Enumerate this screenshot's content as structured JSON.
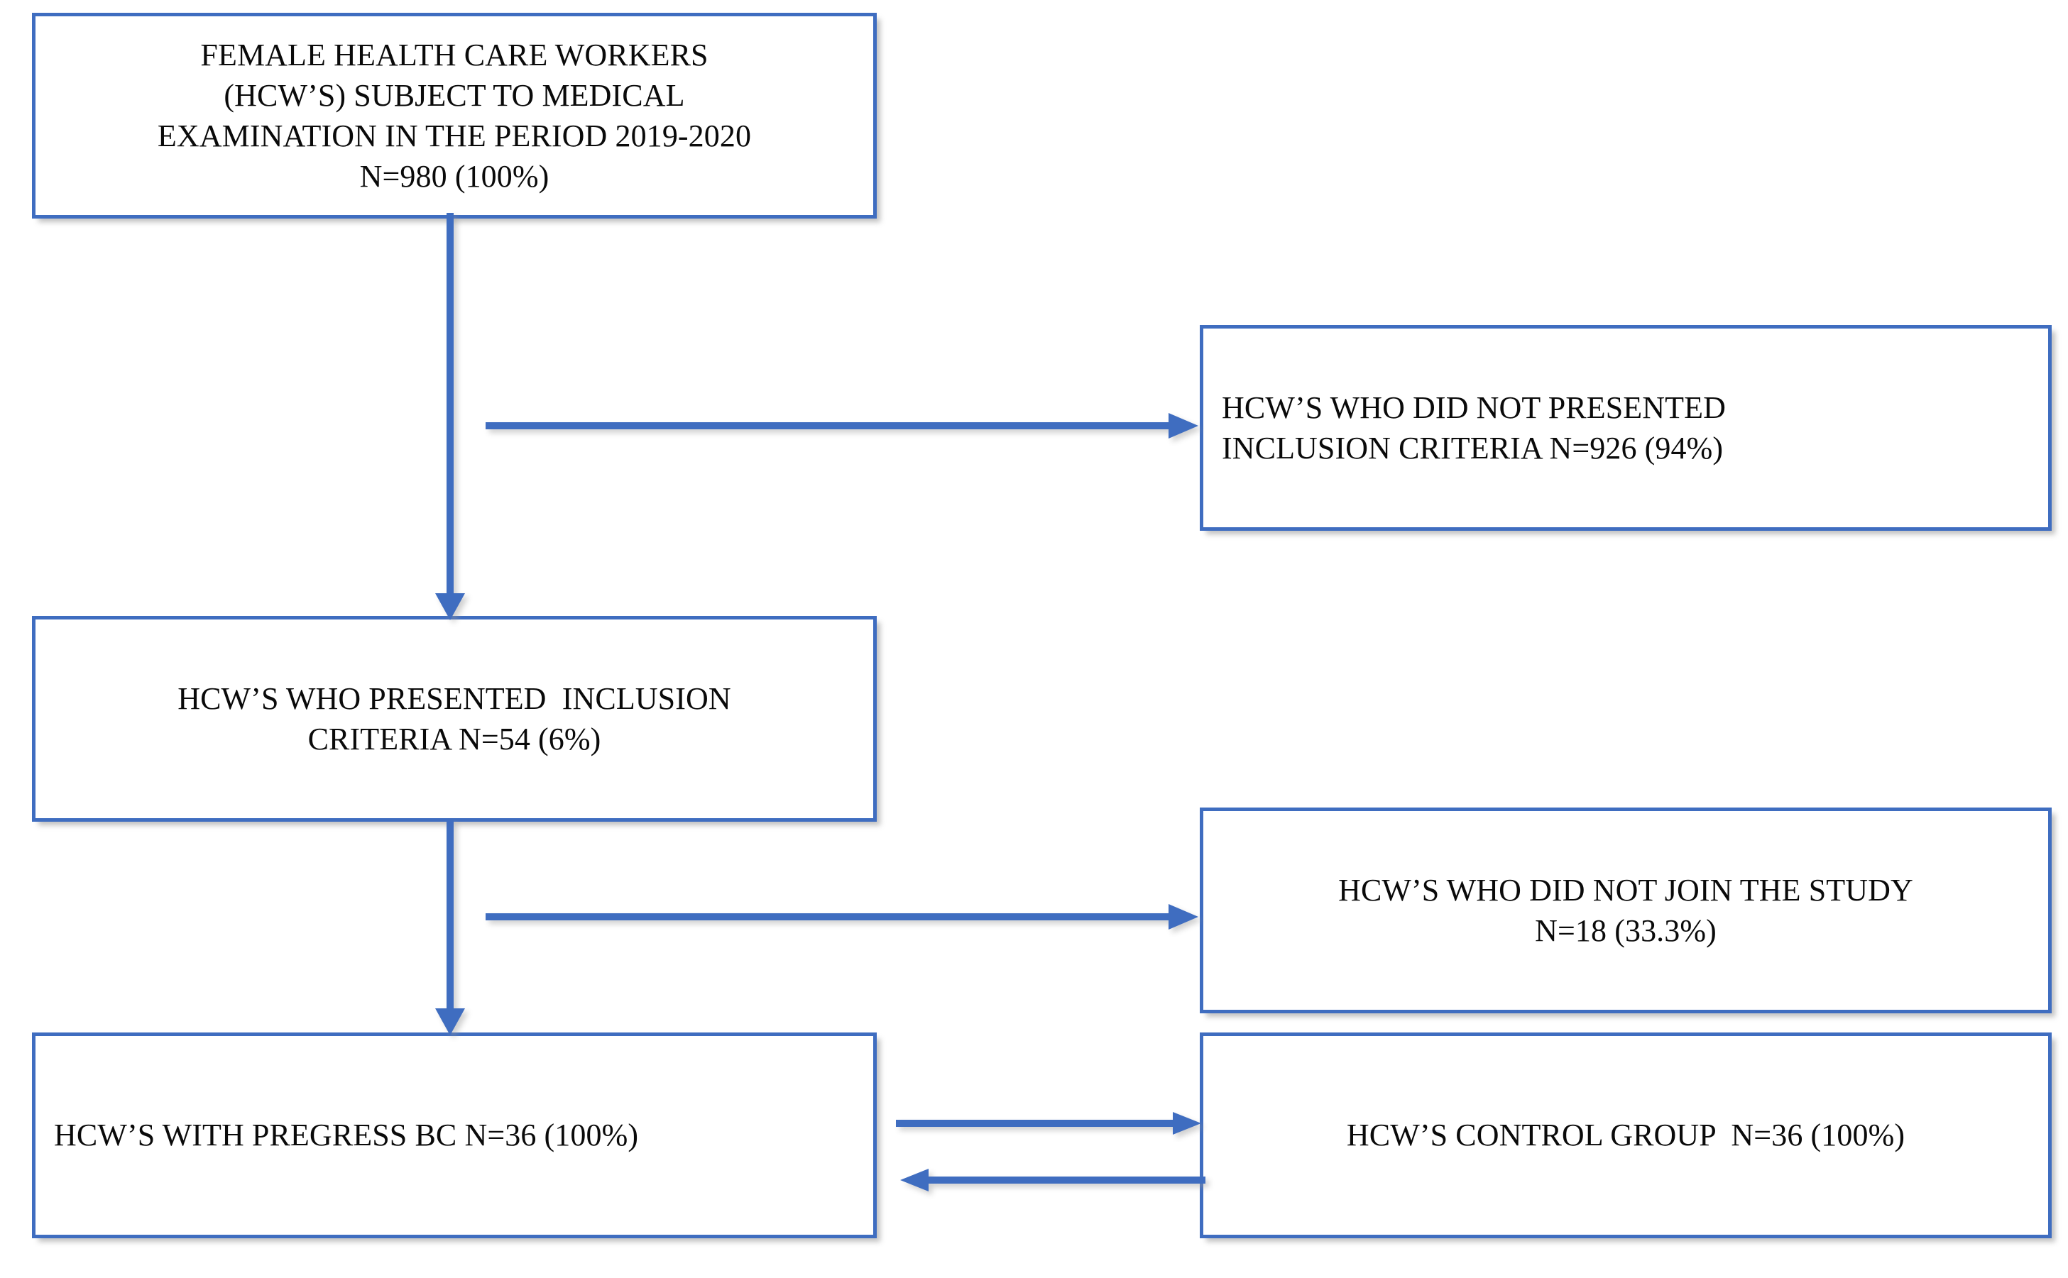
{
  "figure": {
    "type": "flowchart",
    "title": "Study participant selection flow diagram",
    "accent_color": "#3F6DC0",
    "text_color": "#0A0A0A",
    "background_color": "#FFFFFF"
  },
  "nodes": [
    {
      "id": "population",
      "label": "FEMALE HEALTH CARE WORKERS (HCW’S) SUBJECT TO MEDICAL EXAMINATION IN THE PERIOD 2019-2020 N=980 (100%)",
      "text": "FEMALE HEALTH CARE WORKERS\n(HCW’S) SUBJECT TO MEDICAL\nEXAMINATION IN THE PERIOD 2019-2020\nN=980 (100%)",
      "align": "center",
      "n": 980,
      "percent": "100%"
    },
    {
      "id": "excluded",
      "label": "HCW’S WHO DID NOT PRESENTED INCLUSION CRITERIA N=926 (94%)",
      "text": "HCW’S WHO DID NOT PRESENTED\nINCLUSION CRITERIA N=926 (94%)",
      "align": "left",
      "n": 926,
      "percent": "94%"
    },
    {
      "id": "included",
      "label": "HCW’S WHO PRESENTED  INCLUSION CRITERIA N=54 (6%)",
      "text": "HCW’S WHO PRESENTED  INCLUSION\nCRITERIA N=54 (6%)",
      "align": "center",
      "n": 54,
      "percent": "6%"
    },
    {
      "id": "not-joined",
      "label": "HCW’S WHO DID NOT JOIN THE STUDY N=18 (33.3%)",
      "text": "HCW’S WHO DID NOT JOIN THE STUDY\nN=18 (33.3%)",
      "align": "center",
      "n": 18,
      "percent": "33.3%"
    },
    {
      "id": "cases",
      "label": "HCW’S WITH PREGRESS BC N=36 (100%)",
      "text": "HCW’S WITH PREGRESS BC N=36 (100%)",
      "align": "left",
      "n": 36,
      "percent": "100%"
    },
    {
      "id": "controls",
      "label": "HCW’S CONTROL GROUP  N=36 (100%)",
      "text": "HCW’S CONTROL GROUP  N=36 (100%)",
      "align": "center",
      "n": 36,
      "percent": "100%"
    }
  ],
  "edges": [
    {
      "id": "population-to-included",
      "from": "population",
      "to": "included",
      "direction": "down",
      "label": ""
    },
    {
      "id": "population-to-excluded",
      "from": "population",
      "to": "excluded",
      "direction": "right",
      "label": ""
    },
    {
      "id": "included-to-cases",
      "from": "included",
      "to": "cases",
      "direction": "down",
      "label": ""
    },
    {
      "id": "included-to-not-joined",
      "from": "included",
      "to": "not-joined",
      "direction": "right",
      "label": ""
    },
    {
      "id": "cases-to-controls",
      "from": "cases",
      "to": "controls",
      "direction": "right",
      "label": ""
    },
    {
      "id": "controls-to-cases",
      "from": "controls",
      "to": "cases",
      "direction": "left",
      "label": ""
    }
  ]
}
